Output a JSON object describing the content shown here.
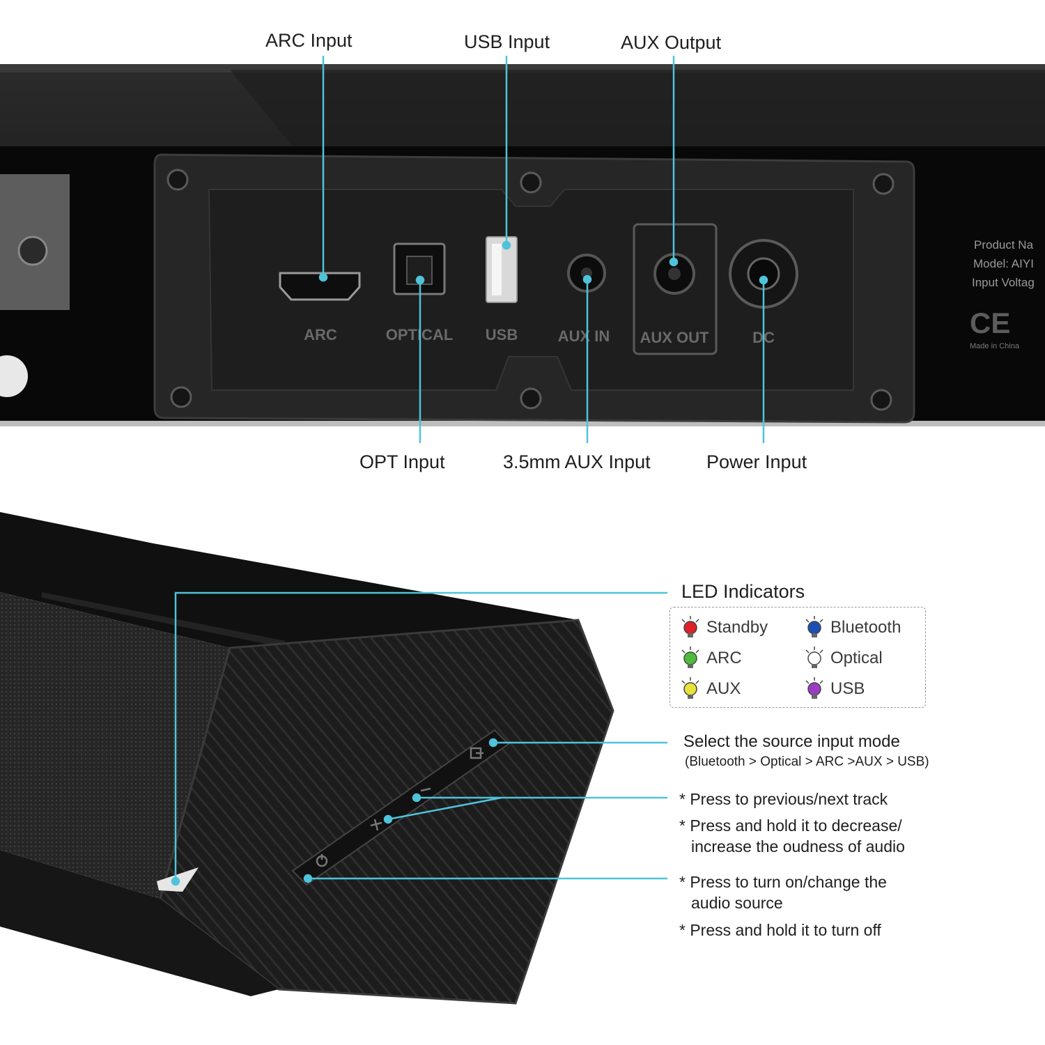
{
  "rear_panel": {
    "callouts_top": [
      {
        "id": "arc",
        "label": "ARC Input"
      },
      {
        "id": "usb",
        "label": "USB Input"
      },
      {
        "id": "auxout",
        "label": "AUX Output"
      }
    ],
    "callouts_bottom": [
      {
        "id": "opt",
        "label": "OPT Input"
      },
      {
        "id": "auxin",
        "label": "3.5mm AUX Input"
      },
      {
        "id": "dc",
        "label": "Power Input"
      }
    ],
    "port_labels": [
      "ARC",
      "OPTICAL",
      "USB",
      "AUX IN",
      "AUX OUT",
      "DC"
    ],
    "nameplate": {
      "line1": "Product Na",
      "line2": "Model: AIYI",
      "line3": "Input Voltag",
      "ce": "CE",
      "origin": "Made in China"
    }
  },
  "led_indicators": {
    "title": "LED Indicators",
    "items": [
      {
        "label": "Standby",
        "color": "#e0202a"
      },
      {
        "label": "Bluetooth",
        "color": "#1c4fb5"
      },
      {
        "label": "ARC",
        "color": "#4cbc3a"
      },
      {
        "label": "Optical",
        "color": "#ffffff"
      },
      {
        "label": "AUX",
        "color": "#e8e23a"
      },
      {
        "label": "USB",
        "color": "#9b3cc2"
      }
    ]
  },
  "controls": {
    "source": {
      "title": "Select the source input mode",
      "sequence": "(Bluetooth > Optical > ARC >AUX > USB)"
    },
    "volume": {
      "line1": "* Press to previous/next track",
      "line2a": "* Press and hold it to decrease/",
      "line2b": "increase the oudness of audio"
    },
    "power": {
      "line1a": "* Press to turn on/change the",
      "line1b": "audio source",
      "line2": "* Press and hold it to turn off"
    }
  },
  "accent_color": "#4fc3d9"
}
